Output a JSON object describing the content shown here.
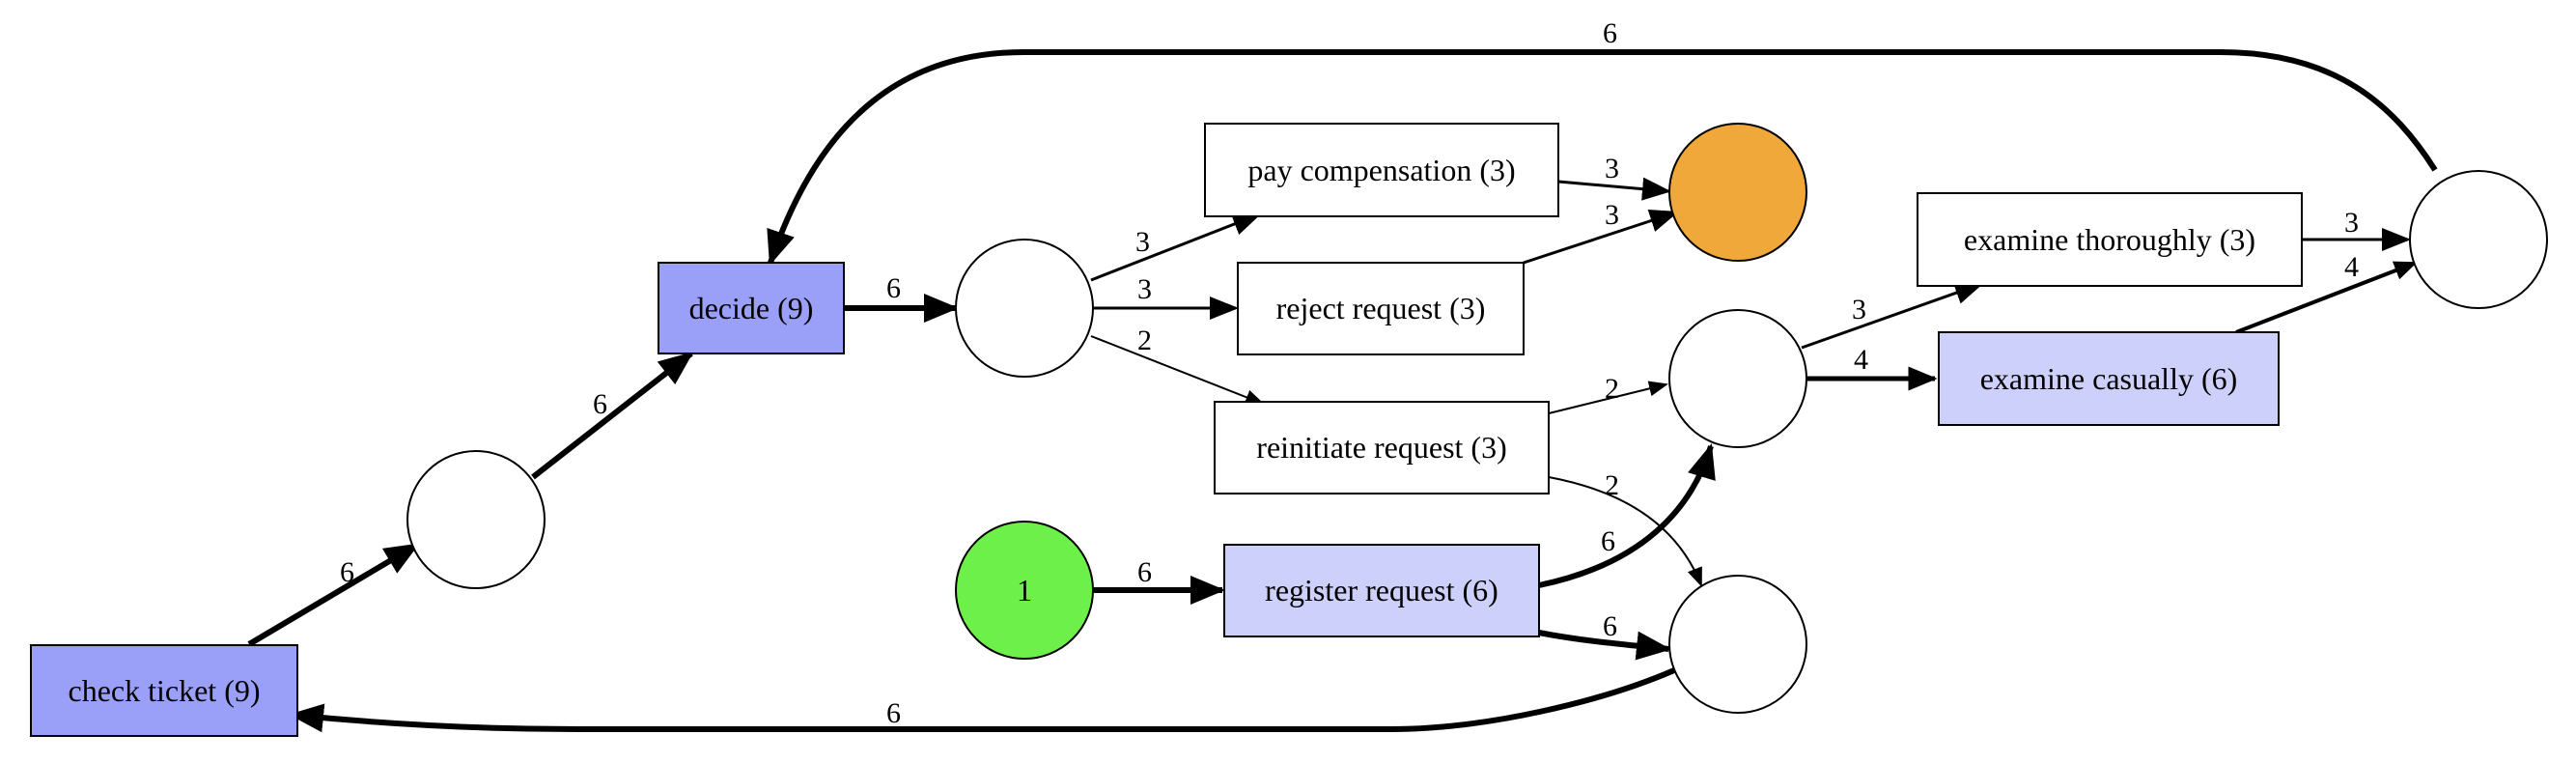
{
  "colors": {
    "transition_high": "#9aa0f7",
    "transition_mid": "#cdd0fb",
    "transition_plain": "#ffffff",
    "place_empty": "#ffffff",
    "place_start": "#6ef04a",
    "place_end": "#f0a83a",
    "stroke": "#000000"
  },
  "places": [
    {
      "id": "p_start",
      "label": "1",
      "fill": "place_start"
    },
    {
      "id": "p_end",
      "label": "",
      "fill": "place_end"
    },
    {
      "id": "p_after_check",
      "label": "",
      "fill": "place_empty"
    },
    {
      "id": "p_after_decide",
      "label": "",
      "fill": "place_empty"
    },
    {
      "id": "p_to_examine",
      "label": "",
      "fill": "place_empty"
    },
    {
      "id": "p_to_check",
      "label": "",
      "fill": "place_empty"
    },
    {
      "id": "p_after_examine",
      "label": "",
      "fill": "place_empty"
    }
  ],
  "transitions": [
    {
      "id": "t_check",
      "label": "check ticket (9)",
      "fill": "transition_high"
    },
    {
      "id": "t_decide",
      "label": "decide (9)",
      "fill": "transition_high"
    },
    {
      "id": "t_pay",
      "label": "pay compensation (3)",
      "fill": "transition_plain"
    },
    {
      "id": "t_reject",
      "label": "reject request (3)",
      "fill": "transition_plain"
    },
    {
      "id": "t_reinit",
      "label": "reinitiate request (3)",
      "fill": "transition_plain"
    },
    {
      "id": "t_register",
      "label": "register request (6)",
      "fill": "transition_mid"
    },
    {
      "id": "t_ex_thor",
      "label": "examine thoroughly (3)",
      "fill": "transition_plain"
    },
    {
      "id": "t_ex_cas",
      "label": "examine casually (6)",
      "fill": "transition_mid"
    }
  ],
  "arcs": [
    {
      "id": "a_check_p1",
      "label": "6"
    },
    {
      "id": "a_p1_decide",
      "label": "6"
    },
    {
      "id": "a_decide_p2",
      "label": "6"
    },
    {
      "id": "a_p2_pay",
      "label": "3"
    },
    {
      "id": "a_p2_reject",
      "label": "3"
    },
    {
      "id": "a_p2_reinit",
      "label": "2"
    },
    {
      "id": "a_pay_end",
      "label": "3"
    },
    {
      "id": "a_reject_end",
      "label": "3"
    },
    {
      "id": "a_reinit_p3",
      "label": "2"
    },
    {
      "id": "a_reinit_p4",
      "label": "2"
    },
    {
      "id": "a_start_register",
      "label": "6"
    },
    {
      "id": "a_register_p3",
      "label": "6"
    },
    {
      "id": "a_register_p4",
      "label": "6"
    },
    {
      "id": "a_p4_check",
      "label": "6"
    },
    {
      "id": "a_p3_exthor",
      "label": "3"
    },
    {
      "id": "a_p3_excas",
      "label": "4"
    },
    {
      "id": "a_exthor_p5",
      "label": "3"
    },
    {
      "id": "a_excas_p5",
      "label": "4"
    },
    {
      "id": "a_p5_decide",
      "label": "6"
    }
  ]
}
